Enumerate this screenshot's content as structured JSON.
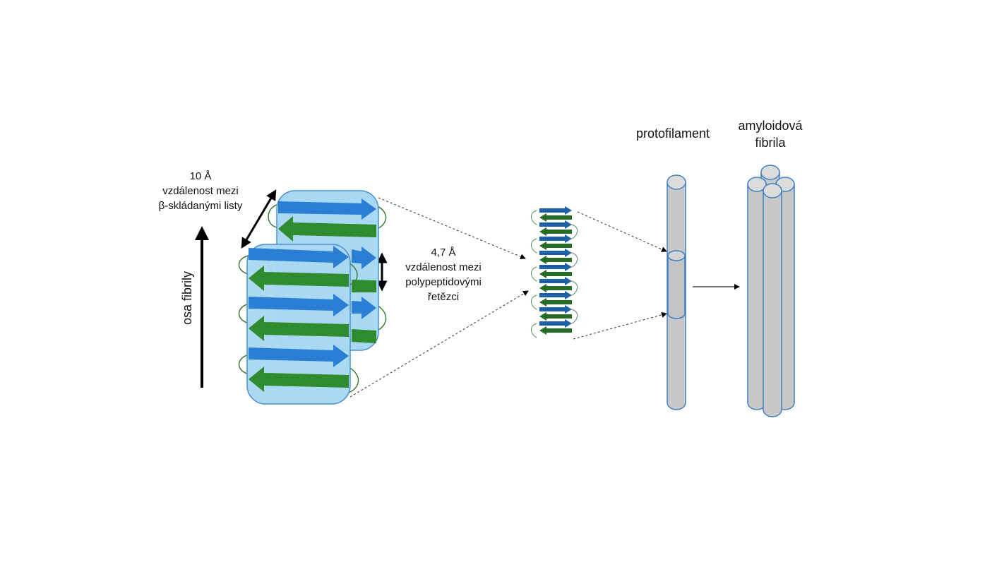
{
  "labels": {
    "sheet_distance_value": "10 Å",
    "sheet_distance_line1": "vzdálenost  mezi",
    "sheet_distance_line2": "β-skládanými  listy",
    "fibril_axis": "osa fibrily",
    "chain_distance_value": "4,7 Å",
    "chain_distance_line1": "vzdálenost  mezi",
    "chain_distance_line2": "polypeptidovými",
    "chain_distance_line3": "řetězci",
    "protofilament": "protofilament",
    "amyloid_line1": "amyloidová",
    "amyloid_line2": "fibrila"
  },
  "colors": {
    "strand_blue": "#2A7FD4",
    "strand_green": "#2E8B2E",
    "strand_dark_blue": "#1E5FA8",
    "strand_dark_green": "#256B28",
    "sheet_fill": "#A9D8F2",
    "sheet_border": "#4A8FCB",
    "cylinder_fill": "#C8C8C8",
    "cylinder_top": "#DCDCDC",
    "cylinder_border": "#3F7FC4"
  }
}
